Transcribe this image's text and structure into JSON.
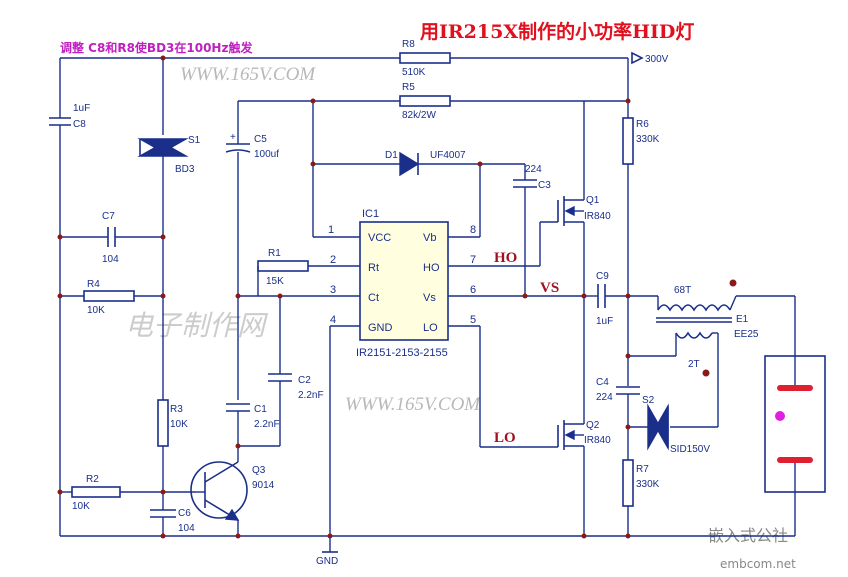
{
  "title": "用IR215X制作的小功率HID灯",
  "subtitle": "调整 C8和R8使BD3在100Hz触发",
  "watermark": "WWW.165V.COM",
  "watermark_cn": "电子制作网",
  "corner_brand": "嵌入式公社",
  "corner_url": "embcom.net",
  "supply_label": "300V",
  "gnd_label": "GND",
  "signals": {
    "ho": "HO",
    "lo": "LO",
    "vs": "VS"
  },
  "ic": {
    "ref": "IC1",
    "part": "IR2151-2153-2155",
    "left_pins": [
      {
        "num": "1",
        "name": "VCC"
      },
      {
        "num": "2",
        "name": "Rt"
      },
      {
        "num": "3",
        "name": "Ct"
      },
      {
        "num": "4",
        "name": "GND"
      }
    ],
    "right_pins": [
      {
        "num": "8",
        "name": "Vb"
      },
      {
        "num": "7",
        "name": "HO"
      },
      {
        "num": "6",
        "name": "Vs"
      },
      {
        "num": "5",
        "name": "LO"
      }
    ]
  },
  "components": {
    "R8": {
      "ref": "R8",
      "value": "510K"
    },
    "R5": {
      "ref": "R5",
      "value": "82k/2W"
    },
    "R6": {
      "ref": "R6",
      "value": "330K"
    },
    "R7": {
      "ref": "R7",
      "value": "330K"
    },
    "R1": {
      "ref": "R1",
      "value": "15K"
    },
    "R4": {
      "ref": "R4",
      "value": "10K"
    },
    "R3": {
      "ref": "R3",
      "value": "10K"
    },
    "R2": {
      "ref": "R2",
      "value": "10K"
    },
    "C8": {
      "ref": "C8",
      "value": "1uF"
    },
    "C7": {
      "ref": "C7",
      "value": "104"
    },
    "C5": {
      "ref": "C5",
      "value": "100uf"
    },
    "C3": {
      "ref": "C3",
      "value": "224"
    },
    "C2": {
      "ref": "C2",
      "value": "2.2nF"
    },
    "C1": {
      "ref": "C1",
      "value": "2.2nF"
    },
    "C6": {
      "ref": "C6",
      "value": "104"
    },
    "C9": {
      "ref": "C9",
      "value": "1uF"
    },
    "C4": {
      "ref": "C4",
      "value": "224"
    },
    "D1": {
      "ref": "D1",
      "value": "UF4007"
    },
    "S1": {
      "ref": "S1",
      "value": "BD3"
    },
    "S2": {
      "ref": "S2",
      "value": "SID150V"
    },
    "Q1": {
      "ref": "Q1",
      "value": "IR840"
    },
    "Q2": {
      "ref": "Q2",
      "value": "IR840"
    },
    "Q3": {
      "ref": "Q3",
      "value": "9014"
    },
    "T1": {
      "ref": "E1",
      "value": "EE25",
      "primary": "68T",
      "secondary": "2T"
    }
  },
  "colors": {
    "wire": "#1a2f8a",
    "title": "#e0101e",
    "subtitle": "#c020c0",
    "signal": "#a01020",
    "lamp_electrode": "#e02030",
    "lamp_core": "#e020e0"
  }
}
